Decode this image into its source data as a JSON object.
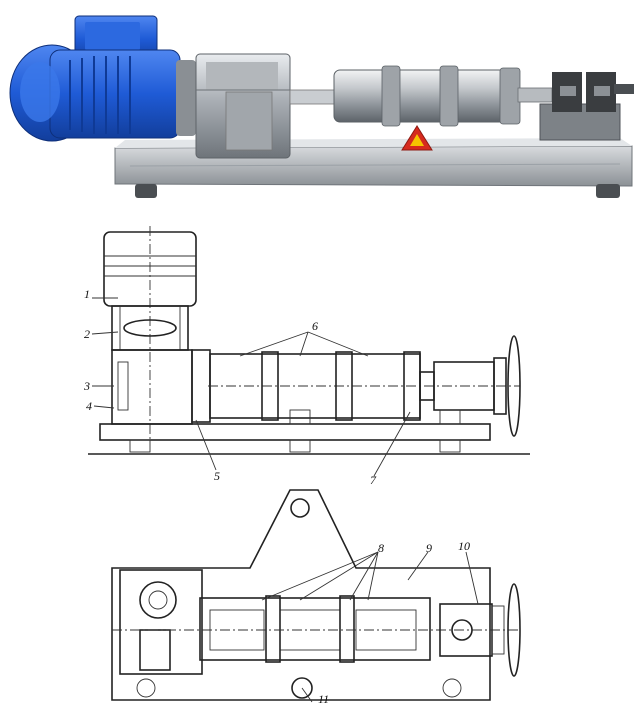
{
  "colors": {
    "motor_blue": "#1f5bd6",
    "steel": "#b8bcc0",
    "gearbox": "#9a9ea3",
    "warning_red": "#d62a1e",
    "drawing_line": "#222222"
  },
  "photo": {
    "components": [
      "electric-motor",
      "gearbox",
      "cylinder-drum",
      "handwheel-clamp",
      "base-frame",
      "warning-sign"
    ]
  },
  "side_view": {
    "callouts": [
      "1",
      "2",
      "3",
      "4",
      "5",
      "6",
      "7"
    ]
  },
  "plan_view": {
    "callouts": [
      "8",
      "9",
      "10",
      "11"
    ]
  }
}
